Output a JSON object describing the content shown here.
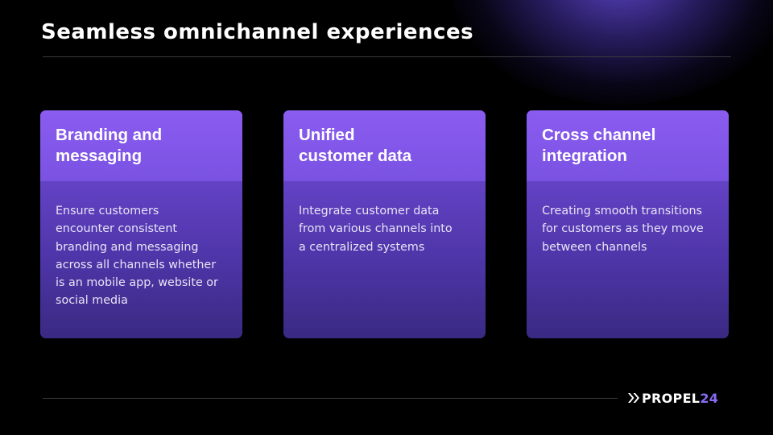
{
  "slide": {
    "title": "Seamless omnichannel experiences"
  },
  "cards": [
    {
      "title_lines": [
        "Branding and",
        "messaging"
      ],
      "body_lines": [
        "Ensure customers",
        "encounter consistent",
        "branding and messaging",
        "across all channels whether",
        "is an mobile app, website or",
        "social media"
      ]
    },
    {
      "title_lines": [
        "Unified",
        "customer data"
      ],
      "body_lines": [
        "Integrate customer data",
        "from various channels into",
        "a centralized systems"
      ]
    },
    {
      "title_lines": [
        "Cross channel",
        "integration"
      ],
      "body_lines": [
        "Creating smooth transitions",
        "for customers as they move",
        "between channels"
      ]
    }
  ],
  "logo": {
    "word": "PROPEL",
    "number": "24",
    "icon": "double-chevron-icon"
  },
  "colors": {
    "background": "#000000",
    "card_top": "#8a5cf0",
    "card_bottom": "#3a2a82",
    "accent": "#8b6bf5",
    "glow": "#6c52eb"
  }
}
